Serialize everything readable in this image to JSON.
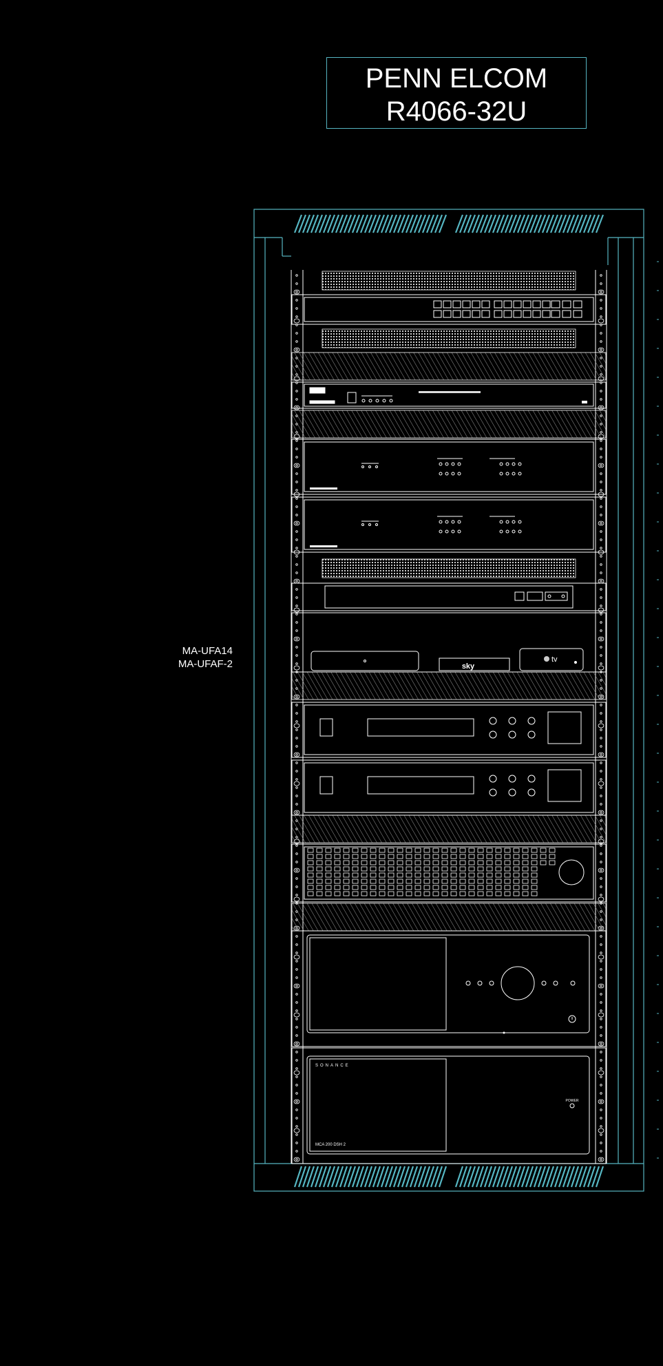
{
  "title": {
    "line1": "PENN ELCOM",
    "line2": "R4066-32U"
  },
  "labels": {
    "accessory_line1": "MA-UFA14",
    "accessory_line2": "MA-UFAF-2"
  },
  "equipment_text": {
    "sky_logo": "sky",
    "appletv_logo": "tv",
    "amp_brand": "SONANCE",
    "amp_power": "POWER",
    "amp_model": "MCA 200 DSH 2"
  },
  "colors": {
    "frame": "#56b6c2",
    "equipment": "#ffffff",
    "background": "#000000"
  }
}
